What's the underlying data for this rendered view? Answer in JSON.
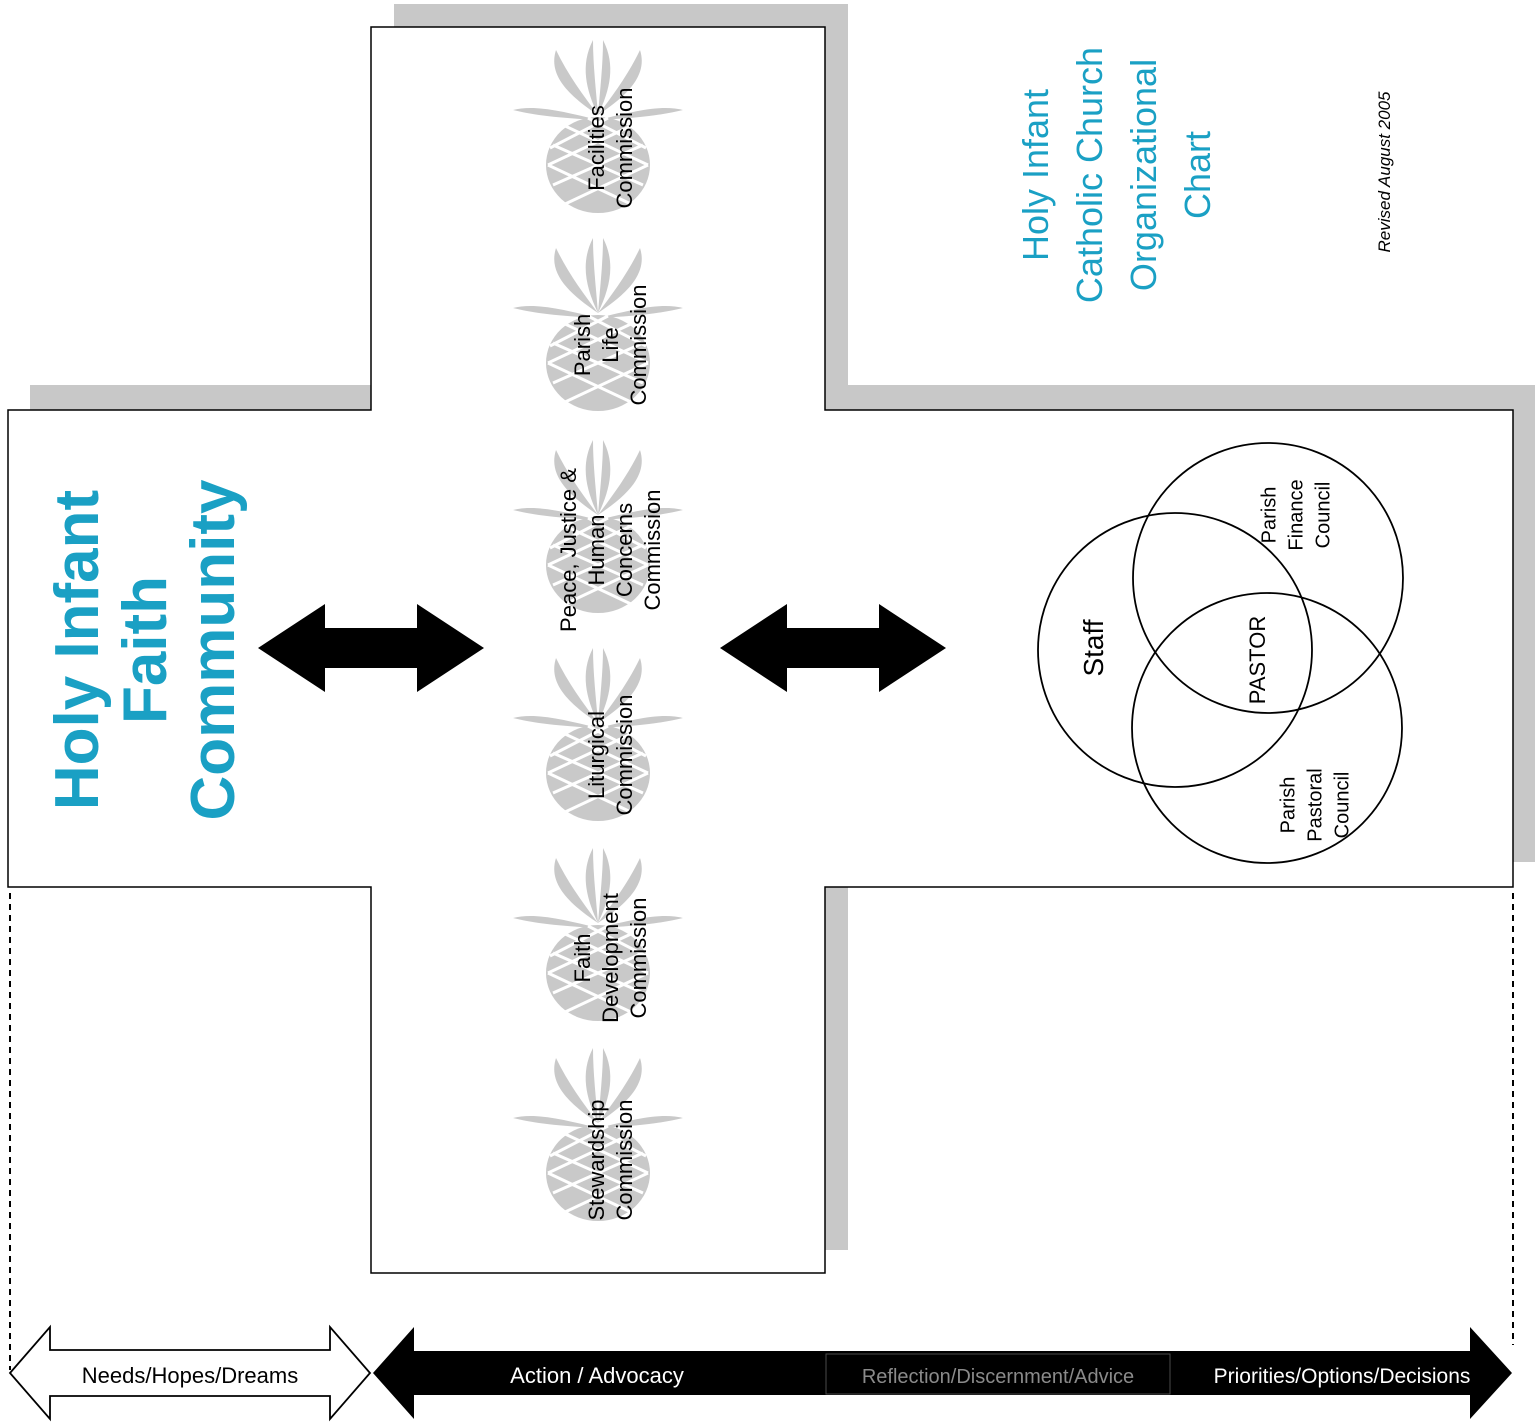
{
  "title_lines": [
    "Holy Infant",
    "Catholic Church",
    "Organizational",
    "Chart"
  ],
  "revised": "Revised August 2005",
  "community_lines": [
    "Holy Infant",
    "Faith",
    "Community"
  ],
  "commissions": [
    {
      "lines": [
        "Facilities",
        "Commission"
      ]
    },
    {
      "lines": [
        "Parish",
        "Life",
        "Commission"
      ]
    },
    {
      "lines": [
        "Peace, Justice &",
        "Human",
        "Concerns",
        "Commission"
      ]
    },
    {
      "lines": [
        "Liturgical",
        "Commission"
      ]
    },
    {
      "lines": [
        "Faith",
        "Development",
        "Commission"
      ]
    },
    {
      "lines": [
        "Stewardship",
        "Commission"
      ]
    }
  ],
  "venn": {
    "staff": "Staff",
    "pastor": "PASTOR",
    "finance_lines": [
      "Parish",
      "Finance",
      "Council"
    ],
    "pastoral_lines": [
      "Parish",
      "Pastoral",
      "Council"
    ]
  },
  "bottom": {
    "needs": "Needs/Hopes/Dreams",
    "action": "Action / Advocacy",
    "reflection": "Reflection/Discernment/Advice",
    "priorities": "Priorities/Options/Decisions"
  },
  "colors": {
    "accent": "#1aa0c4",
    "shadow": "#c8c8c8",
    "pineapple": "#c9c9c9",
    "reflection_text": "#8a8a8a"
  }
}
